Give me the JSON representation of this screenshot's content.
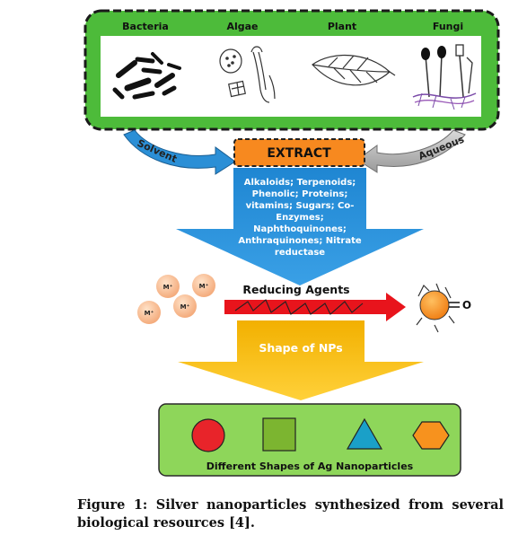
{
  "sources": {
    "bacteria": "Bacteria",
    "algae": "Algae",
    "plant": "Plant",
    "fungi": "Fungi"
  },
  "arrows": {
    "left": "Solvent",
    "right": "Aqueous"
  },
  "extract": "EXTRACT",
  "compounds": [
    "Alkaloids; Terpenoids;",
    "Phenolic; Proteins;",
    "vitamins; Sugars; Co-",
    "Enzymes;",
    "Naphthoquinones;",
    "Anthraquinones; Nitrate",
    "reductase"
  ],
  "ions": [
    "M⁺",
    "M⁺",
    "M⁺",
    "M⁺"
  ],
  "reducing_agents": "Reducing Agents",
  "capping_o": "O",
  "shape_of_nps": "Shape of NPs",
  "shapes_label": "Different Shapes of Ag Nanoparticles",
  "caption": "Figure 1: Silver nanoparticles synthesized from several biological resources [4].",
  "colors": {
    "top_box_border": "#1a1a1a",
    "top_box_fill": "#4dbb3a",
    "extract_fill": "#f7891f",
    "blue_funnel": "#2b8fd6",
    "red_arrow": "#e8141c",
    "yellow_funnel": "#f5b800",
    "bottom_box_fill": "#8ed65a",
    "circle": "#e8242a",
    "square": "#7cb530",
    "triangle": "#1aa0c8",
    "hexagon": "#f7921e"
  }
}
